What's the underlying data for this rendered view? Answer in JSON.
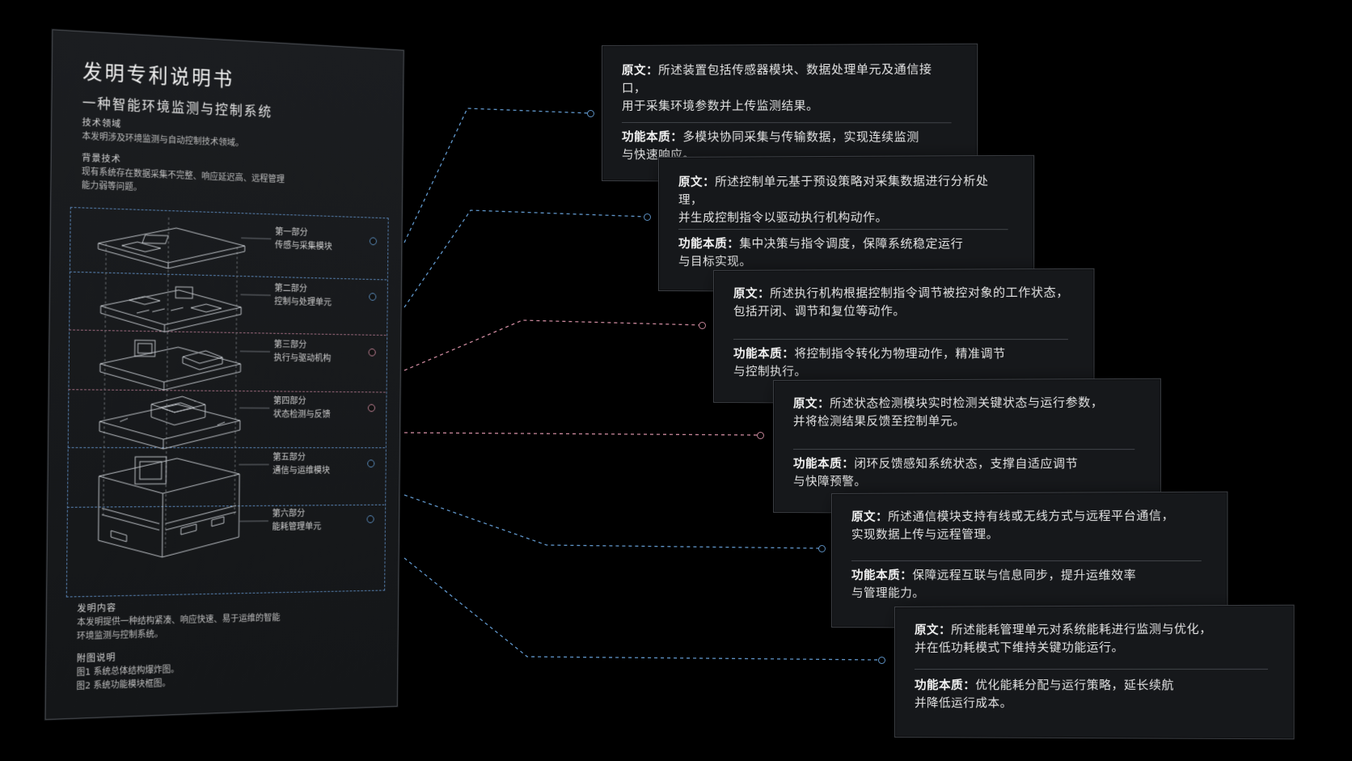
{
  "document": {
    "title": "发明专利说明书",
    "subtitle": "一种智能环境监测与控制系统",
    "sections": [
      {
        "heading": "技术领域",
        "lines": [
          "本发明涉及环境监测与自动控制技术领域。"
        ]
      },
      {
        "heading": "背景技术",
        "lines": [
          "现有系统存在数据采集不完整、响应延迟高、远程管理",
          "能力弱等问题。"
        ]
      },
      {
        "heading": "发明内容",
        "lines": [
          "本发明提供一种结构紧凑、响应快速、易于运维的智能",
          "环境监测与控制系统。"
        ]
      },
      {
        "heading": "附图说明",
        "lines": [
          "图1  系统总体结构爆炸图。",
          "图2  系统功能模块框图。"
        ]
      }
    ],
    "parts": [
      {
        "index": "第一部分",
        "name": "传感与采集模块"
      },
      {
        "index": "第二部分",
        "name": "控制与处理单元"
      },
      {
        "index": "第三部分",
        "name": "执行与驱动机构"
      },
      {
        "index": "第四部分",
        "name": "状态检测与反馈"
      },
      {
        "index": "第五部分",
        "name": "通信与运维模块"
      },
      {
        "index": "第六部分",
        "name": "能耗管理单元"
      }
    ]
  },
  "cards": [
    {
      "original_label": "原文",
      "original": [
        "所述装置包括传感器模块、数据处理单元及通信接口，",
        "用于采集环境参数并上传监测结果。"
      ],
      "function_label": "功能本质",
      "function": [
        "多模块协同采集与传输数据，实现连续监测",
        "与快速响应。"
      ]
    },
    {
      "original_label": "原文",
      "original": [
        "所述控制单元基于预设策略对采集数据进行分析处理，",
        "并生成控制指令以驱动执行机构动作。"
      ],
      "function_label": "功能本质",
      "function": [
        "集中决策与指令调度，保障系统稳定运行",
        "与目标实现。"
      ]
    },
    {
      "original_label": "原文",
      "original": [
        "所述执行机构根据控制指令调节被控对象的工作状态，",
        "包括开闭、调节和复位等动作。"
      ],
      "function_label": "功能本质",
      "function": [
        "将控制指令转化为物理动作，精准调节",
        "与控制执行。"
      ]
    },
    {
      "original_label": "原文",
      "original": [
        "所述状态检测模块实时检测关键状态与运行参数，",
        "并将检测结果反馈至控制单元。"
      ],
      "function_label": "功能本质",
      "function": [
        "闭环反馈感知系统状态，支撑自适应调节",
        "与快障预警。"
      ]
    },
    {
      "original_label": "原文",
      "original": [
        "所述通信模块支持有线或无线方式与远程平台通信，",
        "实现数据上传与远程管理。"
      ],
      "function_label": "功能本质",
      "function": [
        "保障远程互联与信息同步，提升运维效率",
        "与管理能力。"
      ]
    },
    {
      "original_label": "原文",
      "original": [
        "所述能耗管理单元对系统能耗进行监测与优化，",
        "并在低功耗模式下维持关键功能运行。"
      ],
      "function_label": "功能本质",
      "function": [
        "优化能耗分配与运行策略，延长续航",
        "并降低运行成本。"
      ]
    }
  ],
  "colors": {
    "blue": "#5f95c9",
    "pink": "#c9879b",
    "frame": "#5a86b8"
  }
}
